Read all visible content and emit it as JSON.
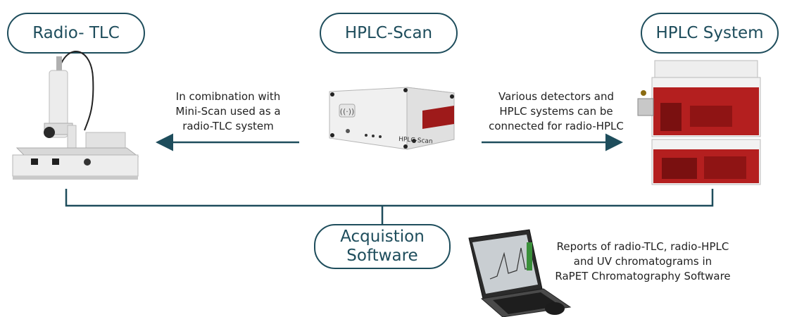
{
  "nodes": {
    "radio_tlc": "Radio- TLC",
    "hplc_scan": "HPLC-Scan",
    "hplc_system": "HPLC System",
    "software_line1": "Acquistion",
    "software_line2": "Software"
  },
  "captions": {
    "left": [
      "In comibnation with",
      "Mini-Scan used as a",
      "radio-TLC system"
    ],
    "right": [
      "Various detectors and",
      "HPLC systems can be",
      "connected for radio-HPLC"
    ],
    "bottom": [
      "Reports of radio-TLC, radio-HPLC",
      "and UV chromatograms in",
      "RaPET Chromatography Software"
    ]
  },
  "device_labels": {
    "scan_unit": "HPLC-Scan"
  },
  "colors": {
    "accent": "#1e4d5c",
    "device_red": "#9e1a1a"
  }
}
